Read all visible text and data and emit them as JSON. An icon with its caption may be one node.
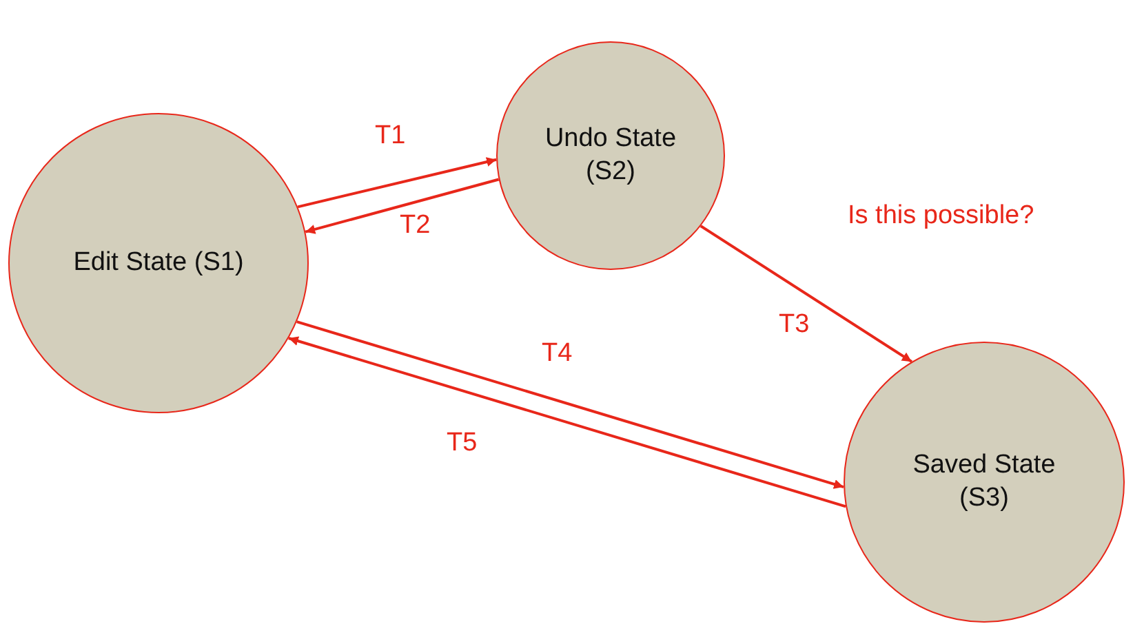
{
  "diagram": {
    "nodes": [
      {
        "text": [
          "Edit State (S1)"
        ]
      },
      {
        "text": [
          "Undo State (S2)"
        ]
      },
      {
        "text": [
          "Saved State (S3)"
        ]
      }
    ],
    "edges": [
      {
        "from": 0,
        "to": 1,
        "arrow": "to",
        "label": "T1"
      },
      {
        "from": 1,
        "to": 0,
        "arrow": "to",
        "label": "T2"
      },
      {
        "from": 1,
        "to": 2,
        "arrow": "to",
        "label": "T3"
      },
      {
        "from": 0,
        "to": 2,
        "arrow": "to",
        "label": "T4"
      },
      {
        "from": 2,
        "to": 0,
        "arrow": "to",
        "label": "T5"
      }
    ],
    "labels": [
      "Is this possible?"
    ]
  }
}
